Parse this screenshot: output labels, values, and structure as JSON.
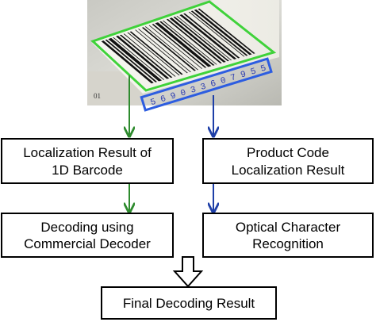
{
  "barcode_photo": {
    "digits": "5 6 9 0 3 3 6 0 7 9 5 5",
    "frame_colors": {
      "barcode": "#3fd23a",
      "product_code": "#2d5de0"
    }
  },
  "left_column": {
    "localization_box": {
      "line1": "Localization Result of",
      "line2": "1D Barcode"
    },
    "decoding_box": {
      "line1": "Decoding using",
      "line2": "Commercial Decoder"
    },
    "arrow_color": "#2e8b2e"
  },
  "right_column": {
    "localization_box": {
      "line1": "Product Code",
      "line2": "Localization Result"
    },
    "ocr_box": {
      "line1": "Optical Character",
      "line2": "Recognition"
    },
    "arrow_color": "#1e3fa8"
  },
  "final_box": {
    "label": "Final Decoding Result"
  }
}
